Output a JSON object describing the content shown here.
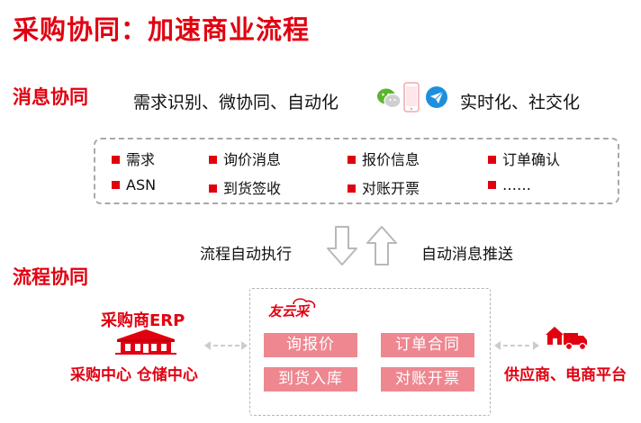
{
  "page_title": "采购协同：加速商业流程",
  "message_section": {
    "title": "消息协同",
    "description_left": "需求识别、微协同、自动化",
    "description_right": "实时化、社交化",
    "items": [
      "需求",
      "询价消息",
      "报价信息",
      "订单确认",
      "ASN",
      "到货签收",
      "对账开票",
      "……"
    ]
  },
  "labels": {
    "auto_execute": "流程自动执行",
    "auto_push": "自动消息推送"
  },
  "flow_section": {
    "title": "流程协同",
    "erp_title": "采购商ERP",
    "erp_subtitle": "采购中心  仓储中心",
    "brand": "友云采",
    "functions": [
      "询报价",
      "订单合同",
      "到货入库",
      "对账开票"
    ],
    "supplier_label": "供应商、电商平台"
  },
  "colors": {
    "accent_red": "#e10010",
    "button_pink": "#ee8790",
    "dash_gray": "#a9a9a9"
  }
}
